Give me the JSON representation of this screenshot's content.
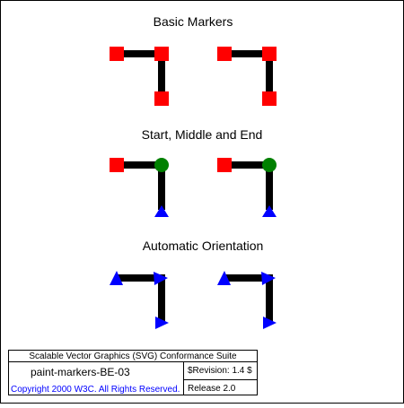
{
  "sections": [
    {
      "title": "Basic Markers"
    },
    {
      "title": "Start, Middle and End"
    },
    {
      "title": "Automatic Orientation"
    }
  ],
  "footer": {
    "suite": "Scalable Vector Graphics (SVG) Conformance Suite",
    "test_name": "paint-markers-BE-03",
    "revision": "$Revision: 1.4 $",
    "copyright": "Copyright 2000 W3C. All Rights Reserved.",
    "release": "Release 2.0"
  },
  "colors": {
    "path": "#000000",
    "square_marker": "#ff0000",
    "circle_marker": "#008000",
    "triangle_marker": "#0000ff",
    "copyright_text": "#0000ff"
  }
}
